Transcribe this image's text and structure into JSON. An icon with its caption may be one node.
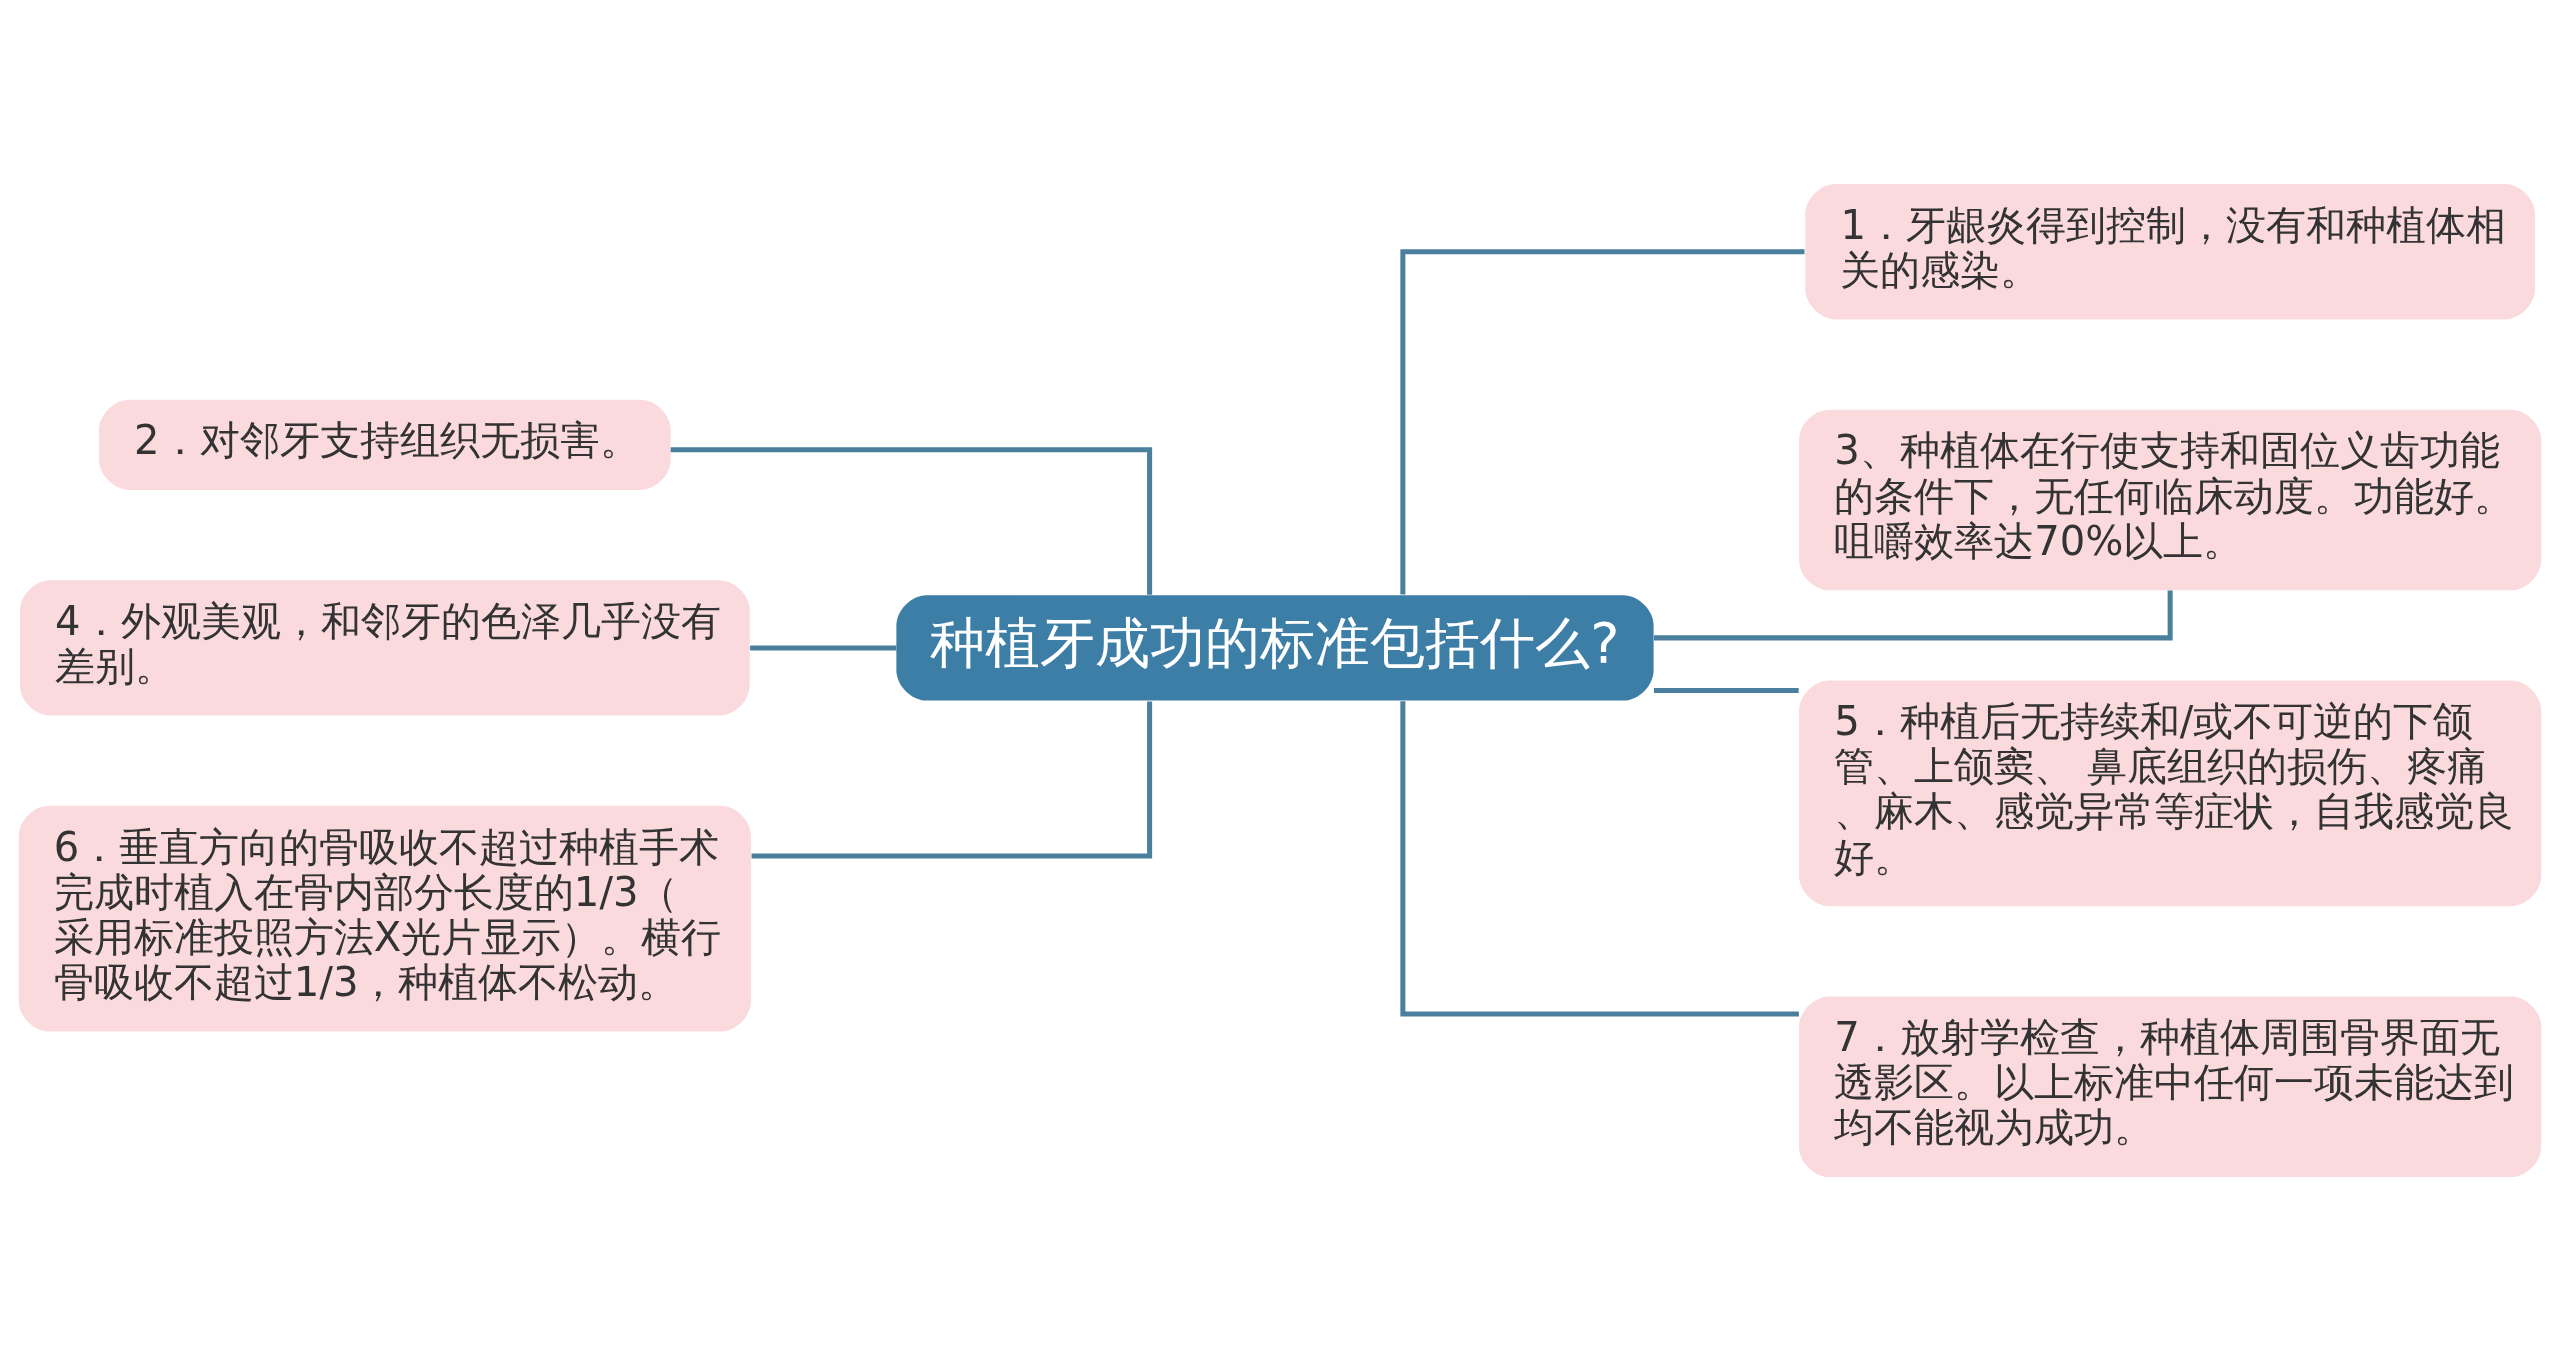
{
  "diagram": {
    "nodes": [
      {
        "text": [
          "种植牙成功的标准包括什么?"
        ]
      },
      {
        "text": [
          "1．牙龈炎得到控制，没有和种植体相关的感染。"
        ]
      },
      {
        "text": [
          "2．对邻牙支持组织无损害。"
        ]
      },
      {
        "text": [
          "3、种植体在行使支持和固位义齿功能的条件下，无任何临床动度。功能好。咀嚼效率达70%以上。"
        ]
      },
      {
        "text": [
          "4．外观美观，和邻牙的色泽几乎没有差别。"
        ]
      },
      {
        "text": [
          "5．种植后无持续和/或不可逆的下颌管、上颌窦、 鼻底组织的损伤、疼痛、麻木、感觉异常等症状，自我感觉良好。"
        ]
      },
      {
        "text": [
          "6．垂直方向的骨吸收不超过种植手术完成时植入在骨内部分长度的1/3（采用标准投照方法X光片显示）。横行骨吸收不超过1/3，种植体不松动。"
        ]
      },
      {
        "text": [
          "7．放射学检查，种植体周围骨界面无透影区。以上标准中任何一项未能达到均不能视为成功。"
        ]
      }
    ],
    "edges": [
      {
        "from": 0,
        "to": 1,
        "arrow": "none"
      },
      {
        "from": 0,
        "to": 2,
        "arrow": "none"
      },
      {
        "from": 0,
        "to": 3,
        "arrow": "none"
      },
      {
        "from": 0,
        "to": 4,
        "arrow": "none"
      },
      {
        "from": 0,
        "to": 5,
        "arrow": "none"
      },
      {
        "from": 0,
        "to": 6,
        "arrow": "none"
      },
      {
        "from": 0,
        "to": 7,
        "arrow": "none"
      }
    ]
  }
}
